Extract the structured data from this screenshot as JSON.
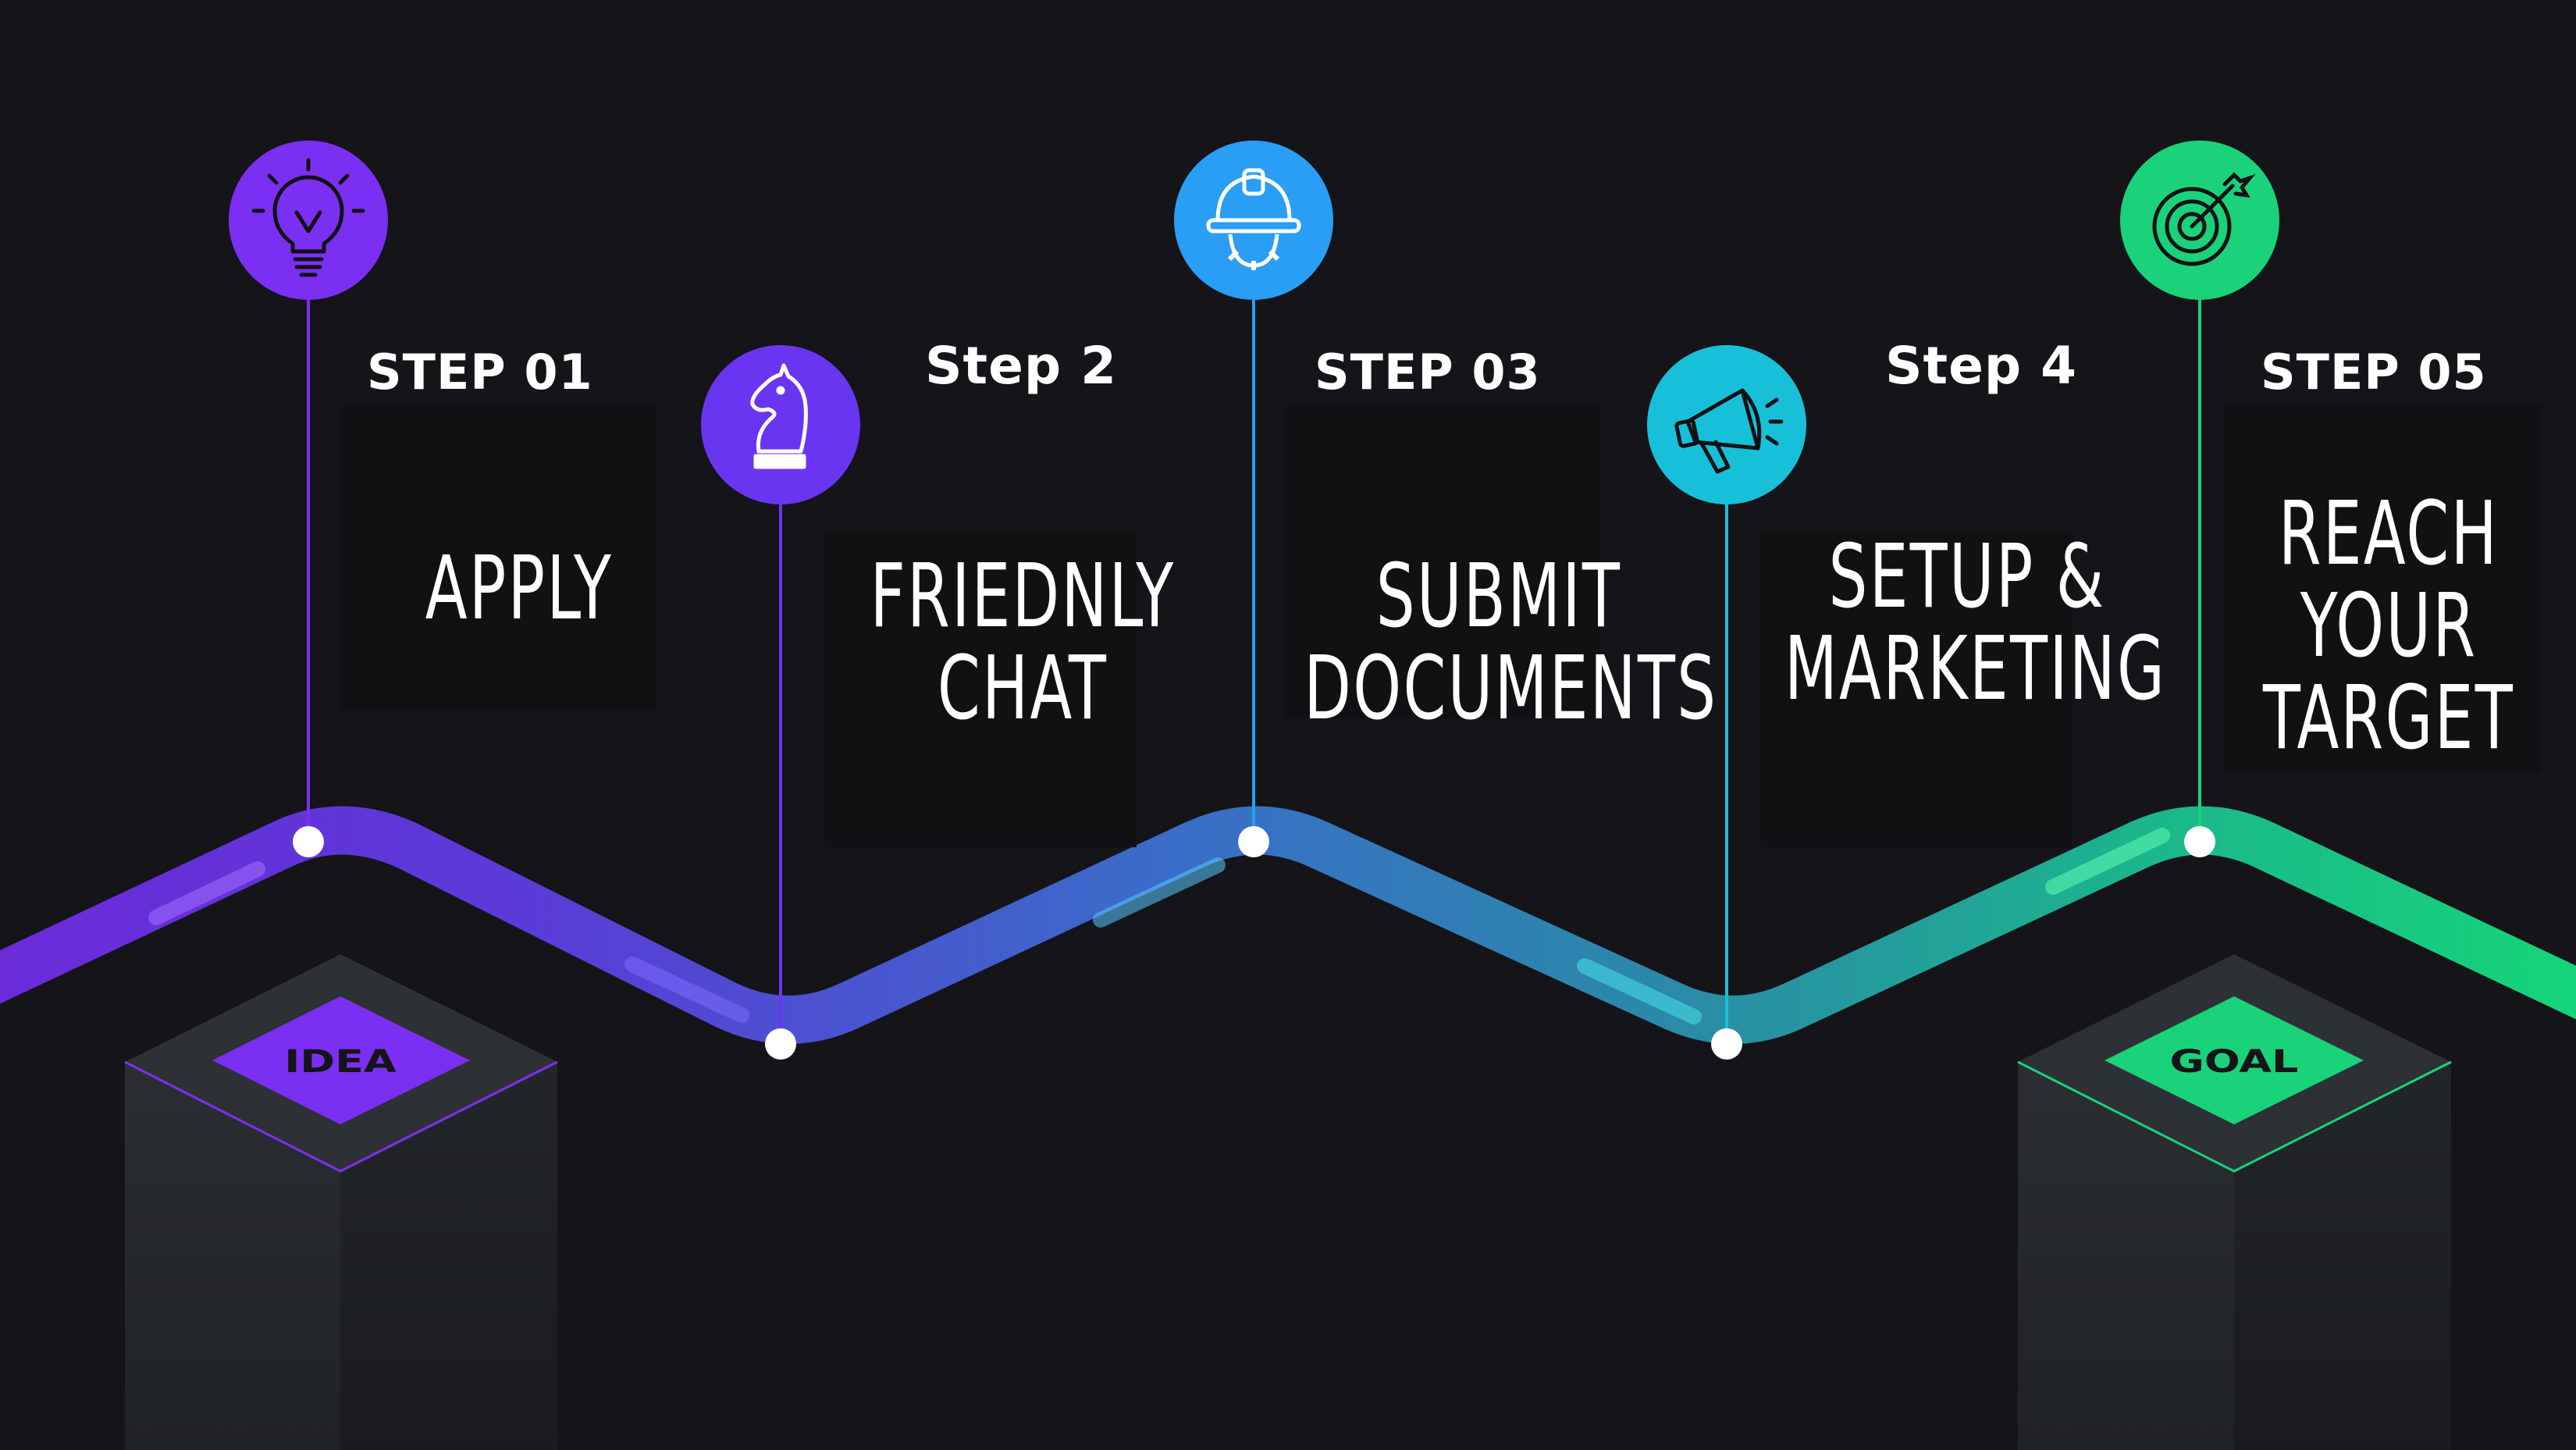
{
  "colors": {
    "background": "#141419",
    "purple": "#7b2ff2",
    "violet": "#6a35f0",
    "blue": "#2a9df4",
    "cyan": "#17c0d8",
    "green": "#19d27a",
    "pillar_dark": "#23262b",
    "pillar_darker": "#1d2024"
  },
  "pillars": {
    "start": {
      "label": "IDEA",
      "color": "#7b2ff2"
    },
    "end": {
      "label": "GOAL",
      "color": "#19d27a"
    }
  },
  "steps": [
    {
      "label": "STEP 01",
      "title": "APPLY",
      "icon": "lightbulb-icon",
      "color": "#7b2ff2"
    },
    {
      "label": "Step 2",
      "title": "FRIEDNLY CHAT",
      "icon": "chess-knight-icon",
      "color": "#6a35f0"
    },
    {
      "label": "STEP 03",
      "title": "SUBMIT DOCUMENTS",
      "icon": "hardhat-gear-icon",
      "color": "#2a9df4"
    },
    {
      "label": "Step 4",
      "title": "SETUP & MARKETING",
      "icon": "megaphone-icon",
      "color": "#17c0d8"
    },
    {
      "label": "STEP 05",
      "title": "REACH YOUR TARGET",
      "icon": "target-arrow-icon",
      "color": "#19d27a"
    }
  ],
  "titles_lines": {
    "s1": [
      "APPLY"
    ],
    "s2": [
      "FRIEDNLY",
      "CHAT"
    ],
    "s3": [
      "SUBMIT",
      "DOCUMENTS"
    ],
    "s4": [
      "SETUP &",
      "MARKETING"
    ],
    "s5": [
      "REACH",
      "YOUR",
      "TARGET"
    ]
  }
}
